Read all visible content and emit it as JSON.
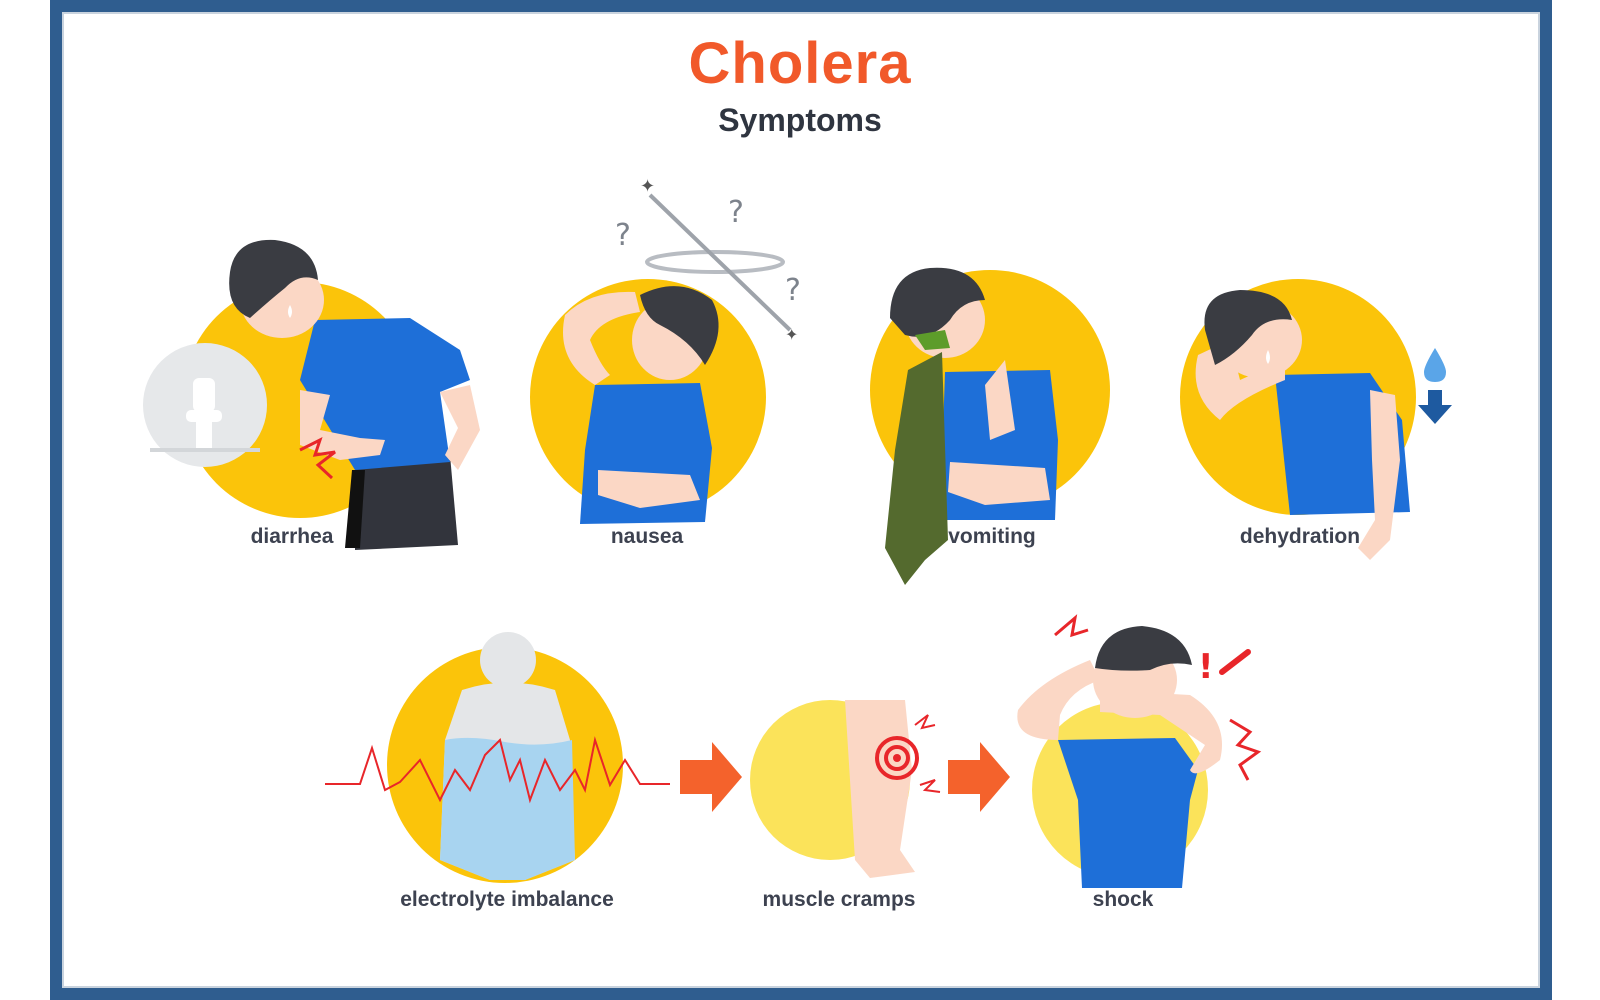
{
  "header": {
    "title": "Cholera",
    "subtitle": "Symptoms"
  },
  "symptoms": [
    {
      "label": "diarrhea"
    },
    {
      "label": "nausea"
    },
    {
      "label": "vomiting"
    },
    {
      "label": "dehydration"
    },
    {
      "label": "electrolyte imbalance"
    },
    {
      "label": "muscle cramps"
    },
    {
      "label": "shock"
    }
  ],
  "colors": {
    "title": "#f1592a",
    "circle_main": "#fbc40a",
    "circle_light": "#fbe35a",
    "shirt": "#1e6fd8",
    "hair": "#3a3c42",
    "skin": "#fbd7c5",
    "arrow": "#f4622c",
    "pain": "#e8262a",
    "frame": "#2f5d8f"
  }
}
